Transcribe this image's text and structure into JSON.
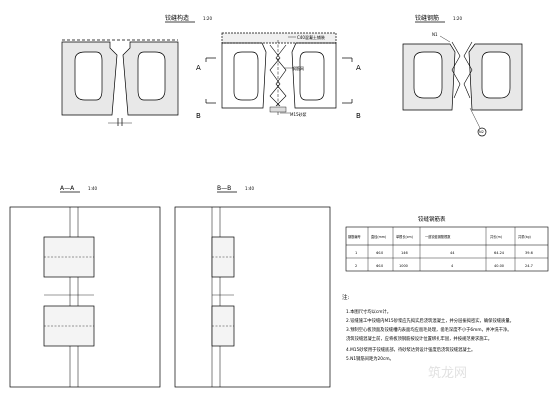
{
  "views": {
    "top_left_title": "铰缝构造",
    "top_left_scale": "1:20",
    "top_right_title": "铰缝钢筋",
    "top_right_scale": "1:20",
    "section_aa_title": "A—A",
    "section_aa_scale": "1:40",
    "section_bb_title": "B—B",
    "section_bb_scale": "1:40"
  },
  "annotations": {
    "c40": "C40混凝土铺装",
    "rebar_mesh": "钢筋网",
    "m15": "M15砂浆",
    "marker_a": "A",
    "marker_b": "B",
    "marker_n1": "N1",
    "marker_n2": "N2"
  },
  "table": {
    "title": "铰缝钢筋表",
    "headers": [
      "钢筋编号",
      "直径(mm)",
      "单根长(cm)",
      "一道铰缝钢筋根数",
      "共长(m)",
      "共重(kg)"
    ],
    "rows": [
      [
        "1",
        "Φ10",
        "146",
        "44",
        "64.24",
        "39.6"
      ],
      [
        "2",
        "Φ10",
        "1000",
        "4",
        "40.00",
        "24.7"
      ]
    ]
  },
  "notes": {
    "heading": "注:",
    "lines": [
      "1.本图尺寸均以cm计。",
      "2.铰缝施工中铰缝内M15砂浆应先捣实后浇筑混凝土，并分层振捣密实，确保铰缝质量。",
      "3.预制空心板顶面及铰缝槽内表面均应凿毛处理，凿毛深度不小于6mm，并冲洗干净。",
      "  浇筑铰缝混凝土前，应将板顶钢筋按设计位置绑扎牢固，并按规范要求施工。",
      "4.M15砂浆用于铰缝底部，待砂浆达到设计强度后浇筑铰缝混凝土。",
      "5.N1钢筋间距为20cm。"
    ]
  },
  "watermark": "筑龙网"
}
